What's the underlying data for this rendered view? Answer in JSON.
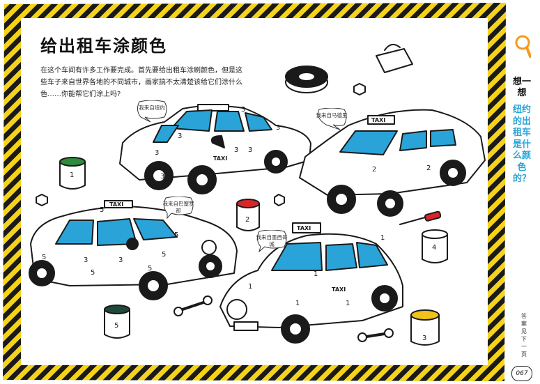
{
  "page": {
    "title": "给出租车涂颜色",
    "intro": "在这个车间有许多工作要完成。首先要给出租车涂刷颜色，但是这些车子来自世界各地的不同城市，画家搞不太清楚该给它们涂什么色……你能帮它们涂上吗?",
    "page_number": "067"
  },
  "side": {
    "label": "想一想",
    "question": "纽约的出租车是什么颜色的？",
    "answer_note": "答案见下一页"
  },
  "bubbles": [
    {
      "id": "newyork",
      "text": "我来自纽约"
    },
    {
      "id": "madrid",
      "text": "我来自马德里"
    },
    {
      "id": "rio",
      "text": "我来自巴塞罗那"
    },
    {
      "id": "mexico",
      "text": "我来自墨西哥城"
    }
  ],
  "taxi_signs": [
    "TAXI",
    "TAXI",
    "TAXI",
    "TAXI",
    "TAXI"
  ],
  "paint_numbers": {
    "car_newyork": [
      "3",
      "3",
      "3",
      "3",
      "3",
      "3",
      "3"
    ],
    "car_madrid": [
      "2",
      "2"
    ],
    "car_rio": [
      "5",
      "5",
      "5",
      "5",
      "5",
      "3",
      "3",
      "5"
    ],
    "car_mexico": [
      "1",
      "1",
      "1",
      "1",
      "1"
    ],
    "cans": [
      "1",
      "2",
      "5",
      "3",
      "4"
    ]
  },
  "colors": {
    "frame_yellow": "#f5d31a",
    "frame_black": "#1a1a1a",
    "window_blue": "#2aa4d8",
    "side_blue": "#2aa4d8",
    "magnifier_orange": "#f39a1e",
    "can_green": "#2e8a3c",
    "can_red": "#d8252a",
    "can_dark": "#1f4a3a",
    "can_yellow": "#f1c21b"
  }
}
